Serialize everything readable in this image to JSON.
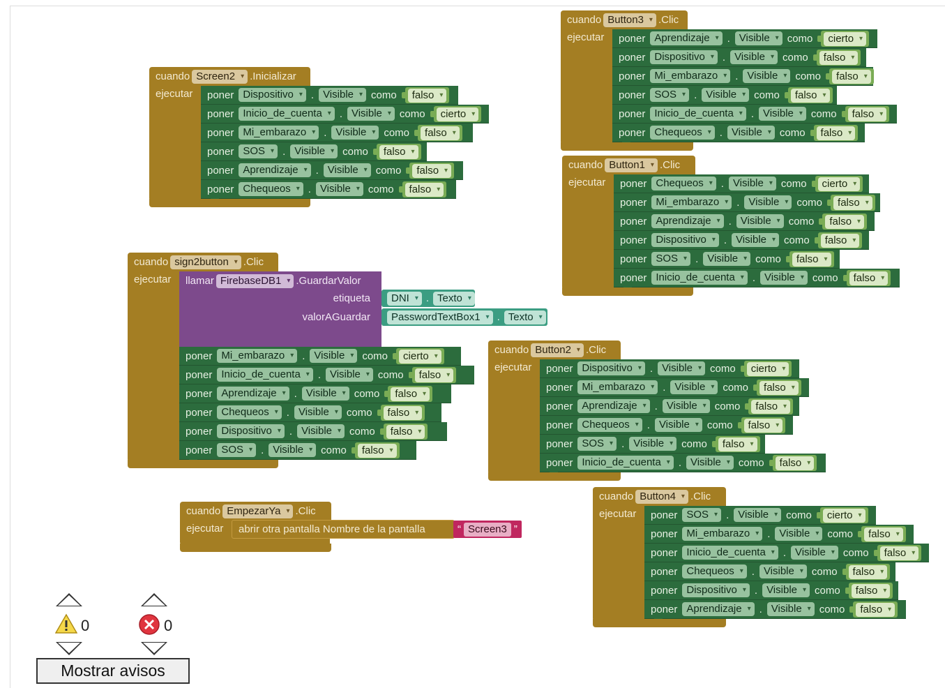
{
  "labels": {
    "when": "cuando",
    "do": "ejecutar",
    "set": "poner",
    "as": "como",
    "dot": ".",
    "call": "llamar"
  },
  "events": [
    {
      "id": "button3",
      "component": "Button3",
      "event": ".Clic",
      "statements": [
        {
          "comp": "Aprendizaje",
          "prop": "Visible",
          "value": "cierto"
        },
        {
          "comp": "Dispositivo",
          "prop": "Visible",
          "value": "falso"
        },
        {
          "comp": "Mi_embarazo",
          "prop": "Visible",
          "value": "falso"
        },
        {
          "comp": "SOS",
          "prop": "Visible",
          "value": "falso"
        },
        {
          "comp": "Inicio_de_cuenta",
          "prop": "Visible",
          "value": "falso"
        },
        {
          "comp": "Chequeos",
          "prop": "Visible",
          "value": "falso"
        }
      ]
    },
    {
      "id": "screen2",
      "component": "Screen2",
      "event": ".Inicializar",
      "statements": [
        {
          "comp": "Dispositivo",
          "prop": "Visible",
          "value": "falso"
        },
        {
          "comp": "Inicio_de_cuenta",
          "prop": "Visible",
          "value": "cierto"
        },
        {
          "comp": "Mi_embarazo",
          "prop": "Visible",
          "value": "falso"
        },
        {
          "comp": "SOS",
          "prop": "Visible",
          "value": "falso"
        },
        {
          "comp": "Aprendizaje",
          "prop": "Visible",
          "value": "falso"
        },
        {
          "comp": "Chequeos",
          "prop": "Visible",
          "value": "falso"
        }
      ]
    },
    {
      "id": "button1",
      "component": "Button1",
      "event": ".Clic",
      "statements": [
        {
          "comp": "Chequeos",
          "prop": "Visible",
          "value": "cierto"
        },
        {
          "comp": "Mi_embarazo",
          "prop": "Visible",
          "value": "falso"
        },
        {
          "comp": "Aprendizaje",
          "prop": "Visible",
          "value": "falso"
        },
        {
          "comp": "Dispositivo",
          "prop": "Visible",
          "value": "falso"
        },
        {
          "comp": "SOS",
          "prop": "Visible",
          "value": "falso"
        },
        {
          "comp": "Inicio_de_cuenta",
          "prop": "Visible",
          "value": "falso"
        }
      ]
    },
    {
      "id": "sign2button",
      "component": "sign2button",
      "event": ".Clic",
      "call": {
        "component": "FirebaseDB1",
        "method": ".GuardarValor",
        "tag_label": "etiqueta",
        "tag_comp": "DNI",
        "tag_prop": "Texto",
        "value_label": "valorAGuardar",
        "value_comp": "PasswordTextBox1",
        "value_prop": "Texto"
      },
      "statements": [
        {
          "comp": "Mi_embarazo",
          "prop": "Visible",
          "value": "cierto"
        },
        {
          "comp": "Inicio_de_cuenta",
          "prop": "Visible",
          "value": "falso"
        },
        {
          "comp": "Aprendizaje",
          "prop": "Visible",
          "value": "falso"
        },
        {
          "comp": "Chequeos",
          "prop": "Visible",
          "value": "falso"
        },
        {
          "comp": "Dispositivo",
          "prop": "Visible",
          "value": "falso"
        },
        {
          "comp": "SOS",
          "prop": "Visible",
          "value": "falso"
        }
      ]
    },
    {
      "id": "button2",
      "component": "Button2",
      "event": ".Clic",
      "statements": [
        {
          "comp": "Dispositivo",
          "prop": "Visible",
          "value": "cierto"
        },
        {
          "comp": "Mi_embarazo",
          "prop": "Visible",
          "value": "falso"
        },
        {
          "comp": "Aprendizaje",
          "prop": "Visible",
          "value": "falso"
        },
        {
          "comp": "Chequeos",
          "prop": "Visible",
          "value": "falso"
        },
        {
          "comp": "SOS",
          "prop": "Visible",
          "value": "falso"
        },
        {
          "comp": "Inicio_de_cuenta",
          "prop": "Visible",
          "value": "falso"
        }
      ]
    },
    {
      "id": "empezarya",
      "component": "EmpezarYa",
      "event": ".Clic",
      "open_screen": {
        "label": "abrir otra pantalla Nombre de la pantalla",
        "screen": "Screen3",
        "quote_open": "“",
        "quote_close": "”"
      }
    },
    {
      "id": "button4",
      "component": "Button4",
      "event": ".Clic",
      "statements": [
        {
          "comp": "SOS",
          "prop": "Visible",
          "value": "cierto"
        },
        {
          "comp": "Mi_embarazo",
          "prop": "Visible",
          "value": "falso"
        },
        {
          "comp": "Inicio_de_cuenta",
          "prop": "Visible",
          "value": "falso"
        },
        {
          "comp": "Chequeos",
          "prop": "Visible",
          "value": "falso"
        },
        {
          "comp": "Dispositivo",
          "prop": "Visible",
          "value": "falso"
        },
        {
          "comp": "Aprendizaje",
          "prop": "Visible",
          "value": "falso"
        }
      ]
    }
  ],
  "warnings": {
    "warning_count": "0",
    "error_count": "0",
    "show_button": "Mostrar avisos",
    "warning_icon": "warning-triangle-icon",
    "error_icon": "error-x-icon"
  },
  "colors": {
    "event": "#a47e23",
    "setter": "#2c6c3d",
    "logic": "#7aac55",
    "component_call": "#7d4a8c",
    "getter": "#3b9d82",
    "text": "#c0275f"
  }
}
